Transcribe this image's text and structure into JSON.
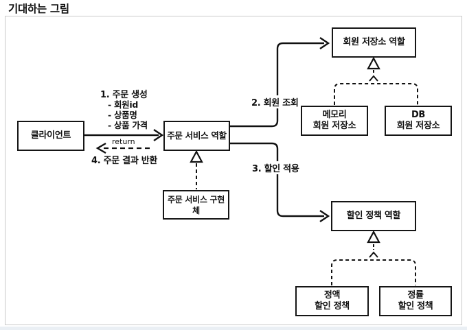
{
  "page": {
    "title": "기대하는 그림"
  },
  "diagram": {
    "boxes": {
      "client": {
        "label": "클라이언트"
      },
      "order_service_role": {
        "label": "주문 서비스 역할"
      },
      "member_store_role": {
        "label": "회원 저장소 역할"
      },
      "memory_member_store": {
        "line1": "메모리",
        "line2": "회원 저장소"
      },
      "db_member_store": {
        "line1": "DB",
        "line2": "회원 저장소"
      },
      "order_service_impl": {
        "label": "주문 서비스 구현체"
      },
      "discount_policy_role": {
        "label": "할인 정책 역할"
      },
      "fixed_discount_policy": {
        "line1": "정액",
        "line2": "할인 정책"
      },
      "rate_discount_policy": {
        "line1": "정률",
        "line2": "할인 정책"
      }
    },
    "labels": {
      "step1_title": "1. 주문 생성",
      "step1_item1": "- 회원id",
      "step1_item2": "- 상품명",
      "step1_item3": "- 상품 가격",
      "step2": "2. 회원 조회",
      "step3": "3. 할인 적용",
      "step4": "4. 주문 결과 반환",
      "return_label": "return"
    },
    "colors": {
      "line": "#111111",
      "box_border": "#151515",
      "frame_border": "#c9c9c9",
      "background": "#ffffff",
      "bottom_strip": "#eaeff4"
    }
  }
}
